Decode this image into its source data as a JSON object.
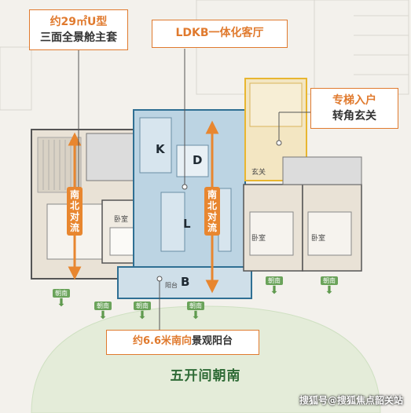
{
  "callouts": {
    "u_suite_line1": "约29㎡U型",
    "u_suite_line2": "三面全景舱主套",
    "ldkb": "LDKB一体化客厅",
    "entry_line1": "专梯入户",
    "entry_line2": "转角玄关",
    "balcony_prefix": "约6.6米南向",
    "balcony_suffix": "景观阳台"
  },
  "flow_labels": {
    "left": "南北对流",
    "middle": "南北对流"
  },
  "room_labels": {
    "K": "K",
    "D": "D",
    "L": "L",
    "B": "B",
    "bedroom_1": "卧室",
    "bedroom_2": "卧室",
    "bedroom_3": "卧室",
    "foyer": "玄关",
    "balcony": "阳台"
  },
  "orientation_tags": [
    "朝南",
    "朝南",
    "朝南",
    "朝南",
    "朝南",
    "朝南"
  ],
  "bottom_title": "五开间朝南",
  "watermark": "搜狐号@搜狐焦点韶关站",
  "colors": {
    "accent_orange": "#e07a2e",
    "arrow_orange": "#e8862f",
    "living_blue": "#bcd4e3",
    "entry_yellow": "#e8b630",
    "green": "#5f9a4e",
    "background": "#f3f1ec"
  }
}
